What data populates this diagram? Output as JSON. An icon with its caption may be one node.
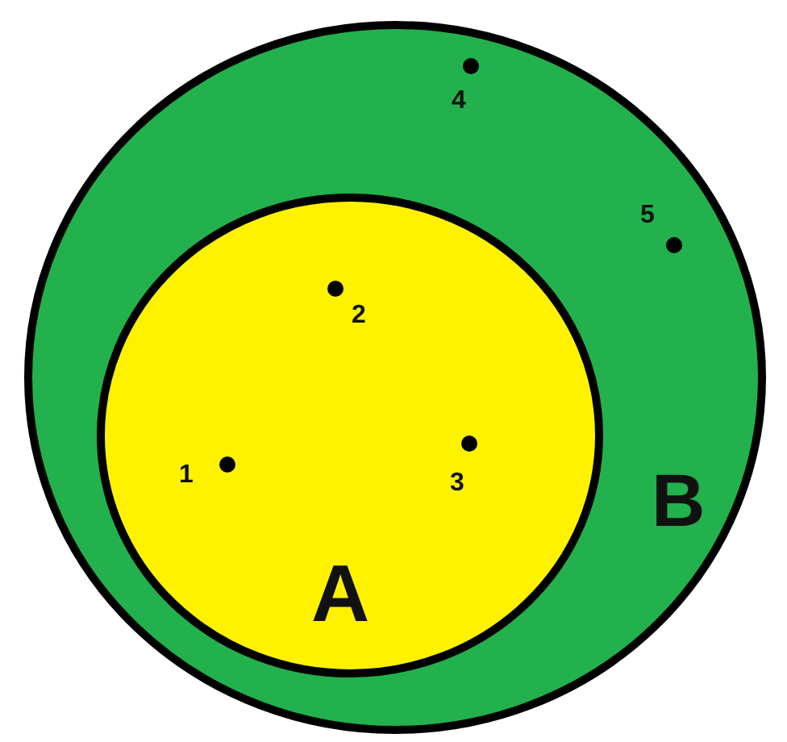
{
  "diagram": {
    "nodes": [
      {
        "text": [
          "B"
        ]
      },
      {
        "text": [
          "A"
        ],
        "in": 0
      },
      {
        "text": [
          "1"
        ],
        "in": 1
      },
      {
        "text": [
          "2"
        ],
        "in": 1
      },
      {
        "text": [
          "3"
        ],
        "in": 1
      },
      {
        "text": [
          "4"
        ],
        "in": 0
      },
      {
        "text": [
          "5"
        ],
        "in": 0
      }
    ]
  }
}
